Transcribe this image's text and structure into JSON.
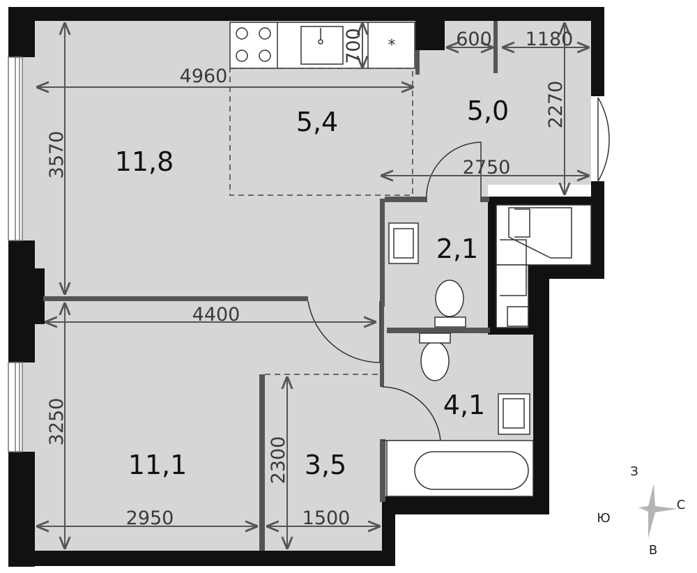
{
  "rooms": {
    "living": "11,8",
    "kitchen": "5,4",
    "hall": "5,0",
    "wc": "2,1",
    "bedroom": "11,1",
    "nook": "3,5",
    "bath": "4,1"
  },
  "dimensions": {
    "d4960": "4960",
    "d700": "700",
    "d600": "600",
    "d1180": "1180",
    "d2270": "2270",
    "d2750": "2750",
    "d3570": "3570",
    "d4400": "4400",
    "d3250": "3250",
    "d2300": "2300",
    "d2950": "2950",
    "d1500": "1500"
  },
  "compass": {
    "north": "З",
    "east": "С",
    "south": "В",
    "west": "Ю"
  },
  "colors": {
    "wall": "#111111",
    "floor": "#d6d6d6",
    "partition": "#555555"
  }
}
